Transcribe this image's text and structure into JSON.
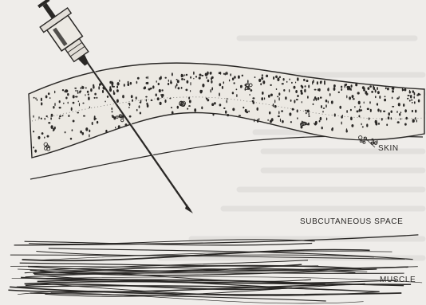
{
  "labels": {
    "skin": "SKIN",
    "subcutaneous": "SUBCUTANEOUS SPACE",
    "muscle": "MUSCLE"
  },
  "colors": {
    "paper": "#efedea",
    "ink": "#2a2826"
  }
}
